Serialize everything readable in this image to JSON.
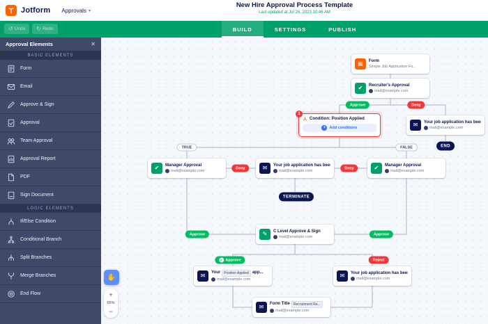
{
  "header": {
    "logo_text": "Jotform",
    "workspace": "Approvals",
    "title": "New Hire Approval Process Template",
    "subtitle": "Last updated at Jul 26, 2023 10:46 AM"
  },
  "toolbar": {
    "undo": "Undo",
    "redo": "Redo",
    "tabs": [
      {
        "label": "BUILD",
        "active": true
      },
      {
        "label": "SETTINGS",
        "active": false
      },
      {
        "label": "PUBLISH",
        "active": false
      }
    ]
  },
  "sidebar": {
    "title": "Approval Elements",
    "close": "✕",
    "sections": [
      {
        "label": "BASIC ELEMENTS",
        "items": [
          {
            "label": "Form"
          },
          {
            "label": "Email"
          },
          {
            "label": "Approve & Sign"
          },
          {
            "label": "Approval"
          },
          {
            "label": "Team Approval"
          },
          {
            "label": "Approval Report"
          },
          {
            "label": "PDF"
          },
          {
            "label": "Sign Document"
          }
        ]
      },
      {
        "label": "LOGIC ELEMENTS",
        "items": [
          {
            "label": "If/Else Condition"
          },
          {
            "label": "Conditional Branch"
          },
          {
            "label": "Split Branches"
          },
          {
            "label": "Merge Branches"
          },
          {
            "label": "End Flow"
          }
        ]
      }
    ]
  },
  "canvas": {
    "zoom": "65%",
    "zoom_in": "+",
    "zoom_out": "−",
    "nodes": {
      "form": {
        "title": "Form",
        "subtitle": "Simple Job Application Fo..."
      },
      "recruiter": {
        "title": "Recruiter's Approval",
        "email": "mail@example.com"
      },
      "email_right": {
        "title": "Your job application has been...",
        "email": "mail@example.com"
      },
      "condition": {
        "title": "Condition: Position Applied",
        "action": "Add conditions",
        "badge": "1"
      },
      "manager_left": {
        "title": "Manager Approval",
        "email": "mail@example.com"
      },
      "email_center": {
        "title": "Your job application has been...",
        "email": "mail@example.com"
      },
      "manager_right": {
        "title": "Manager Approval",
        "email": "mail@example.com"
      },
      "clevel": {
        "title": "C Level Approve & Sign",
        "email": "mail@example.com"
      },
      "email_bottom_left": {
        "title_prefix": "Your",
        "tag": "Position Applied",
        "title_suffix": "app...",
        "email": "mail@example.com"
      },
      "email_bottom_right": {
        "title": "Your job application has been...",
        "email": "mail@example.com"
      },
      "form_title": {
        "title_prefix": "Form Title",
        "tag": "Recruitment Re...",
        "email": "mail@example.com"
      }
    },
    "pills": {
      "approve": "Approve",
      "deny": "Deny",
      "reject": "Reject",
      "true_label": "TRUE",
      "false_label": "FALSE",
      "end": "END",
      "terminate": "TERMINATE"
    }
  }
}
